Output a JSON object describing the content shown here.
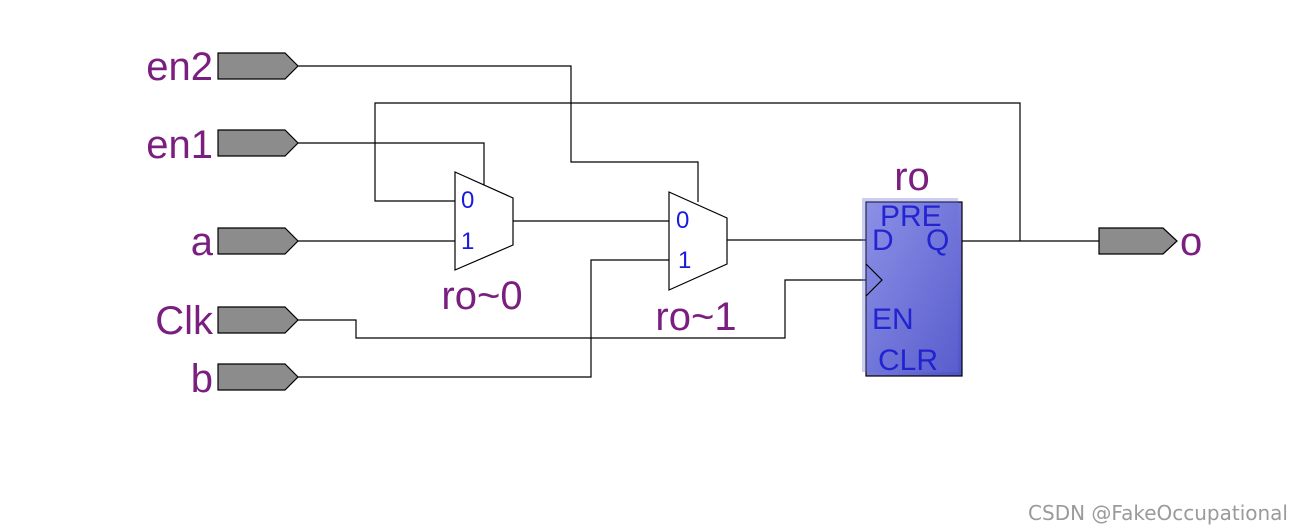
{
  "inputs": {
    "en2": "en2",
    "en1": "en1",
    "a": "a",
    "clk": "Clk",
    "b": "b"
  },
  "outputs": {
    "o": "o"
  },
  "mux0": {
    "name": "ro~0",
    "in0": "0",
    "in1": "1"
  },
  "mux1": {
    "name": "ro~1",
    "in0": "0",
    "in1": "1"
  },
  "register": {
    "name": "ro",
    "pins": {
      "pre": "PRE",
      "d": "D",
      "q": "Q",
      "ena": "EN",
      "clr": "CLR"
    },
    "fill_color": "#6b6fd6"
  },
  "colors": {
    "label": "#7a1f7f",
    "pin": "#1a1adf",
    "port": "#8c8c8c"
  },
  "watermark": "CSDN @FakeOccupational"
}
